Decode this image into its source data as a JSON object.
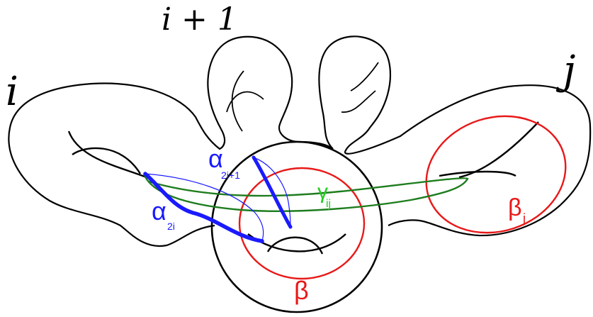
{
  "labels": {
    "surface_i": "i",
    "surface_i_plus_1": "i + 1",
    "surface_j": "j",
    "alpha_2i_plus_1": {
      "base": "α",
      "sub": "2i+1"
    },
    "alpha_2i": {
      "base": "α",
      "sub": "2i"
    },
    "gamma_ij": {
      "base": "γ",
      "sub": "ij"
    },
    "beta_j": {
      "base": "β",
      "sub": "j"
    },
    "beta": "β"
  },
  "colors": {
    "outline": "#000000",
    "alpha": "#1a1aff",
    "gamma": "#1e7d1e",
    "gamma_label": "#22cc22",
    "beta": "#e81919"
  }
}
